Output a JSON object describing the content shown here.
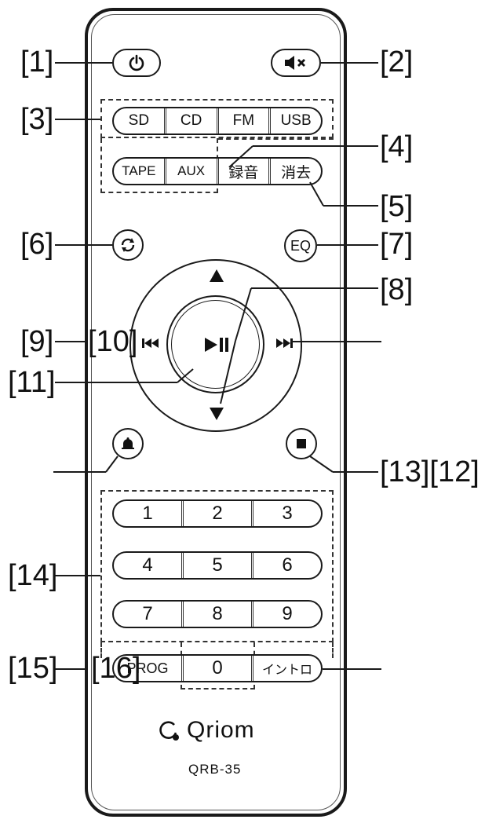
{
  "callouts": {
    "c1": "[1]",
    "c2": "[2]",
    "c3": "[3]",
    "c4": "[4]",
    "c5": "[5]",
    "c6": "[6]",
    "c7": "[7]",
    "c8": "[8]",
    "c9": "[9]",
    "c10": "[10]",
    "c11": "[11]",
    "c13_12": "[13][12]",
    "c14": "[14]",
    "c15": "[15]",
    "c16": "[16]"
  },
  "buttons": {
    "sd": "SD",
    "cd": "CD",
    "fm": "FM",
    "usb": "USB",
    "tape": "TAPE",
    "aux": "AUX",
    "record": "録音",
    "erase": "消去",
    "eq": "EQ",
    "n1": "1",
    "n2": "2",
    "n3": "3",
    "n4": "4",
    "n5": "5",
    "n6": "6",
    "n7": "7",
    "n8": "8",
    "n9": "9",
    "prog": "PROG",
    "n0": "0",
    "intro": "イントロ"
  },
  "brand": {
    "name": "Qriom",
    "model": "QRB-35"
  },
  "icons": {
    "power": "power-icon",
    "mute": "mute-icon",
    "repeat": "repeat-icon",
    "up": "triangle-up-icon",
    "down": "triangle-down-icon",
    "prev": "skip-back-icon",
    "next": "skip-forward-icon",
    "play_pause": "play-pause-icon",
    "alarm": "bell-icon",
    "stop": "stop-icon"
  },
  "colors": {
    "line": "#1a1a1a",
    "background": "#ffffff"
  }
}
